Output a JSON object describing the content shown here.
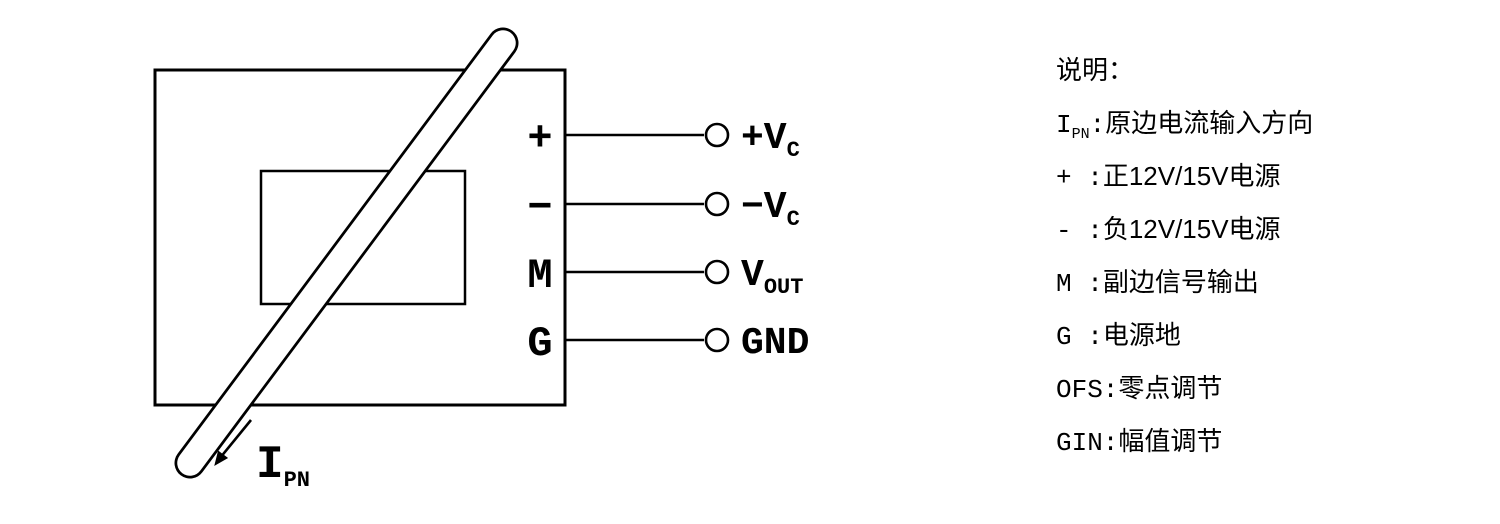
{
  "colors": {
    "ink": "#000000",
    "background": "#ffffff"
  },
  "diagram": {
    "current_label": {
      "main": "I",
      "sub": "PN"
    },
    "terminals": [
      {
        "pin": "+",
        "name": "+V",
        "name_sub": "C"
      },
      {
        "pin": "−",
        "name": "−V",
        "name_sub": "C"
      },
      {
        "pin": "M",
        "name": "V",
        "name_sub": "OUT"
      },
      {
        "pin": "G",
        "name": "GND",
        "name_sub": ""
      }
    ]
  },
  "legend": {
    "title": "说明：",
    "items": [
      {
        "key": "I",
        "sub": "PN",
        "key2": ":",
        "desc": "原边电流输入方向"
      },
      {
        "key": "+ :",
        "sub": "",
        "key2": "",
        "desc": "正12V/15V电源"
      },
      {
        "key": "- :",
        "sub": "",
        "key2": "",
        "desc": "负12V/15V电源"
      },
      {
        "key": "M :",
        "sub": "",
        "key2": "",
        "desc": "副边信号输出"
      },
      {
        "key": "G :",
        "sub": "",
        "key2": "",
        "desc": "电源地"
      },
      {
        "key": "OFS:",
        "sub": "",
        "key2": "",
        "desc": "零点调节"
      },
      {
        "key": "GIN:",
        "sub": "",
        "key2": "",
        "desc": "幅值调节"
      }
    ]
  }
}
